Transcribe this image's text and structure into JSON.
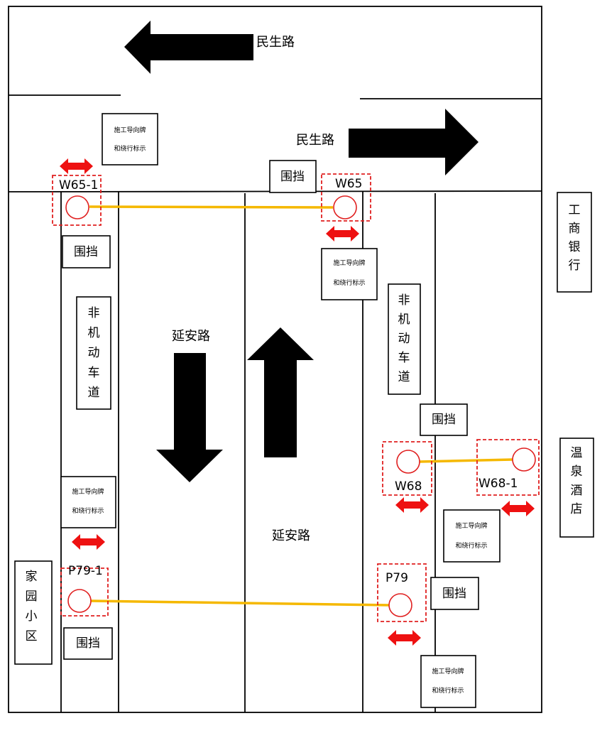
{
  "roads": {
    "minsheng_top": "民生路",
    "minsheng_mid": "民生路",
    "yanan_mid": "延安路",
    "yanan_bottom": "延安路"
  },
  "buildings": {
    "bank": [
      "工",
      "商",
      "银",
      "行"
    ],
    "hotel": [
      "温",
      "泉",
      "酒",
      "店"
    ],
    "jiayuan": [
      "家",
      "园",
      "小",
      "区"
    ]
  },
  "lanes": {
    "left": [
      "非",
      "机",
      "动",
      "车",
      "道"
    ],
    "right": [
      "非",
      "机",
      "动",
      "车",
      "道"
    ]
  },
  "barrier_label": "围挡",
  "sign": {
    "line1": "施工导向牌",
    "line2": "和绕行标示"
  },
  "points": {
    "w65_1": "W65-1",
    "w65": "W65",
    "w68": "W68",
    "w68_1": "W68-1",
    "p79_1": "P79-1",
    "p79": "P79"
  },
  "colors": {
    "cable": "#f5b800",
    "marker": "#e02020",
    "arrow": "#000000",
    "detour_arrow": "#ee1111"
  }
}
